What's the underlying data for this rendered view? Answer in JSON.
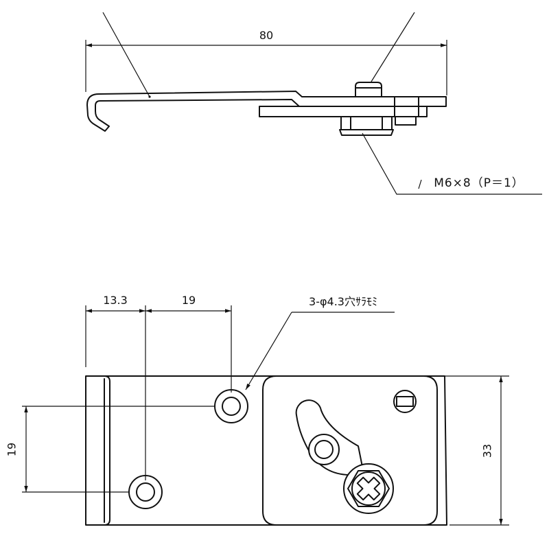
{
  "side_view": {
    "overall_length": "80",
    "bolt_callout": "M6×8（P＝1）"
  },
  "plan_view": {
    "hole_edge_offset": "13.3",
    "hole_pitch_horizontal": "19",
    "hole_callout": "3-φ4.3穴ｻﾗﾓﾐ",
    "hole_pitch_vertical": "19",
    "overall_width": "33"
  }
}
